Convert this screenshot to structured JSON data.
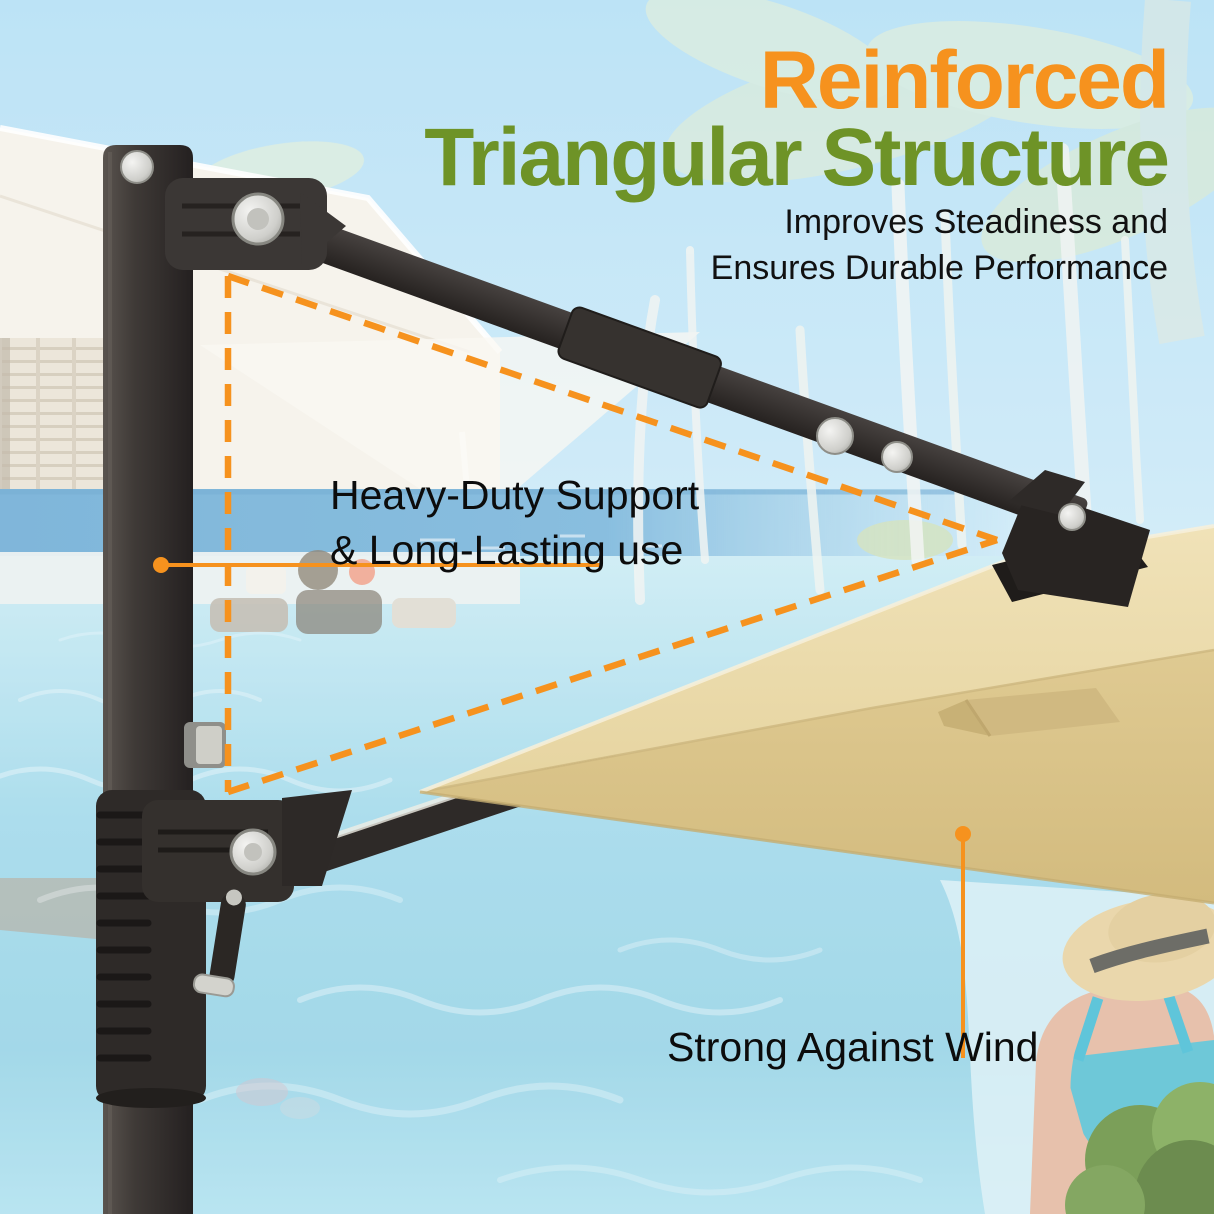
{
  "headline": {
    "line1": "Reinforced",
    "line2": "Triangular Structure"
  },
  "subtitle": {
    "line1": "Improves Steadiness and",
    "line2": "Ensures Durable Performance"
  },
  "callouts": {
    "support": {
      "line1": "Heavy-Duty Support",
      "line2": "& Long-Lasting use"
    },
    "wind": {
      "text": "Strong Against Wind"
    }
  },
  "colors": {
    "headline_orange": "#f6921e",
    "headline_green": "#6e9327",
    "annotation_orange": "#f6921e",
    "canopy_tan_light": "#ecdcae",
    "canopy_tan_dark": "#d9c286",
    "frame_black": "#2b2724",
    "sky_blue": "#b7e1f6",
    "pool_cyan": "#9ed8ea",
    "text_black": "#0c0c0c"
  }
}
